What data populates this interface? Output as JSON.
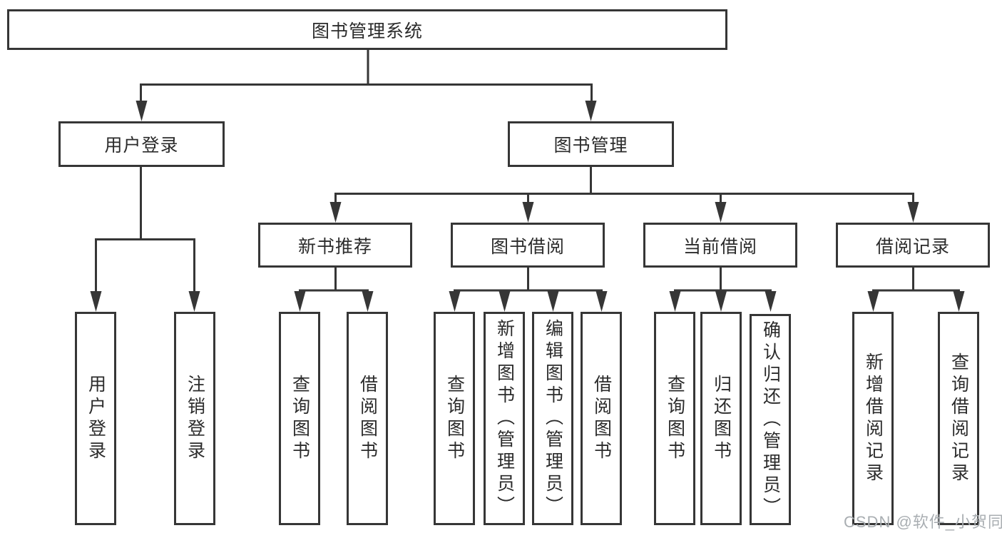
{
  "tree": {
    "root": {
      "label": "图书管理系统"
    },
    "level2": [
      {
        "label": "用户登录",
        "children": [
          {
            "label": "用户登录"
          },
          {
            "label": "注销登录"
          }
        ]
      },
      {
        "label": "图书管理",
        "children": [
          {
            "label": "新书推荐",
            "children": [
              {
                "label": "查询图书"
              },
              {
                "label": "借阅图书"
              }
            ]
          },
          {
            "label": "图书借阅",
            "children": [
              {
                "label": "查询图书"
              },
              {
                "label": "新增图书（管理员）"
              },
              {
                "label": "编辑图书（管理员）"
              },
              {
                "label": "借阅图书"
              }
            ]
          },
          {
            "label": "当前借阅",
            "children": [
              {
                "label": "查询图书"
              },
              {
                "label": "归还图书"
              },
              {
                "label": "确认归还（管理员）"
              }
            ]
          },
          {
            "label": "借阅记录",
            "children": [
              {
                "label": "新增借阅记录"
              },
              {
                "label": "查询借阅记录"
              }
            ]
          }
        ]
      }
    ]
  },
  "watermark": "CSDN @软件_小贺同学",
  "colors": {
    "line": "#363636",
    "text": "#2b2b2b",
    "watermark": "#a9aeb2",
    "background": "#ffffff"
  }
}
